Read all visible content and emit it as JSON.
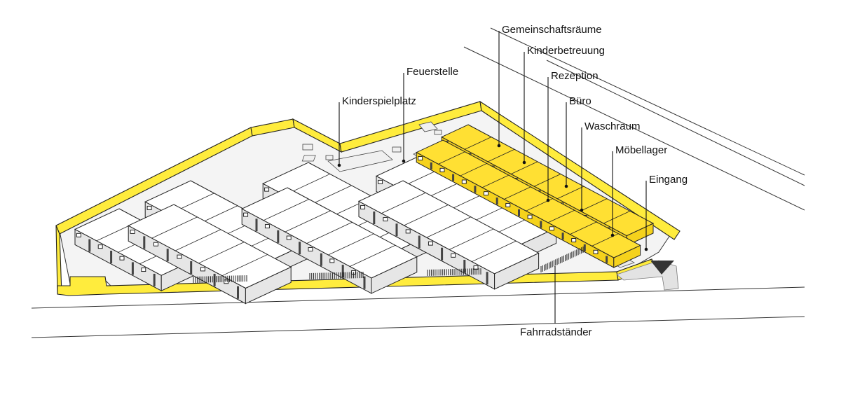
{
  "labels": {
    "gemeinschaftsraeume": "Gemeinschaftsräume",
    "kinderbetreuung": "Kinderbetreuung",
    "rezeption": "Rezeption",
    "buero": "Büro",
    "waschraum": "Waschraum",
    "moebellager": "Möbellager",
    "eingang": "Eingang",
    "feuerstelle": "Feuerstelle",
    "kinderspielplatz": "Kinderspielplatz",
    "fahrradstaender": "Fahrradständer"
  },
  "colors": {
    "highlight": "#ffe033",
    "fence": "#ffec3d",
    "line": "#111111"
  }
}
